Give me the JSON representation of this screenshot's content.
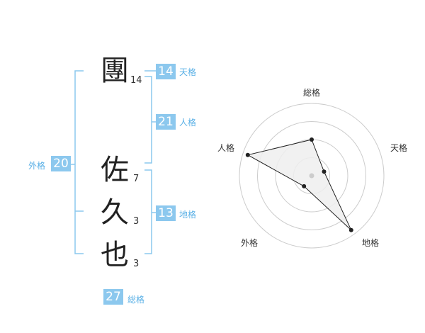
{
  "name": {
    "characters": [
      {
        "char": "團",
        "strokes": "14"
      },
      {
        "char": "佐",
        "strokes": "7"
      },
      {
        "char": "久",
        "strokes": "3"
      },
      {
        "char": "也",
        "strokes": "3"
      }
    ]
  },
  "fortune": {
    "tenkaku": {
      "value": "14",
      "label": "天格"
    },
    "jinkaku": {
      "value": "21",
      "label": "人格"
    },
    "chikaku": {
      "value": "13",
      "label": "地格"
    },
    "gaikaku": {
      "value": "20",
      "label": "外格"
    },
    "soukaku": {
      "value": "27",
      "label": "総格"
    }
  },
  "colors": {
    "bracket": "#8cc8ee",
    "badge": "#8cc8ee",
    "badge_label": "#5ab0e6",
    "radar_grid": "#cccccc",
    "radar_line": "#222222",
    "radar_fill": "#eeeeee"
  },
  "chart_data": {
    "type": "radar",
    "axes": [
      "総格",
      "天格",
      "地格",
      "外格",
      "人格"
    ],
    "values": [
      0.5,
      0.18,
      0.93,
      0.18,
      0.93
    ],
    "rings": 4,
    "range": [
      0,
      1
    ]
  }
}
